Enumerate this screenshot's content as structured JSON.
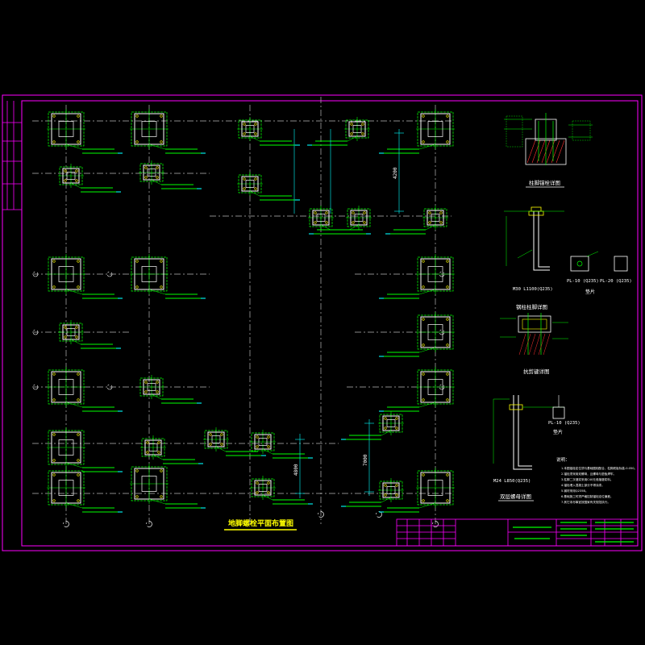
{
  "drawing": {
    "main_title": "地脚螺栓平面布置图",
    "detail_titles": {
      "base_section": "柱脚锚栓详图",
      "anchor_bolt": "M30 L1100(Q235)",
      "washer_plates": [
        "PL-10 (Q235)",
        "PL-20 (Q235)"
      ],
      "washer_label": "垫片",
      "grout_section": "钢柱柱脚详图",
      "rebar_section": "抗剪键详图",
      "anchor_bolt_2": "M24 L850(Q235)",
      "plate_3": "PL-10 (Q235)",
      "washer_label_2": "垫片",
      "bottom_detail": "双层螺母详图"
    },
    "dimensions": [
      "4800",
      "7000",
      "4200"
    ],
    "notes_title": "说明：",
    "notes": [
      "1.本图锚栓定位须与基础图相配合，柱脚底板标高-0.050。",
      "2.锚栓须采用双螺母，且螺母与垫板焊牢。",
      "3.柱脚二次灌浆采用C40无收缩灌浆料。",
      "4.锚栓埋入混凝土部分不得涂漆。",
      "5.钢材采用Q235B。",
      "6.基础施工时须严格控制锚栓定位偏差。",
      "7.其它未尽事宜按国家有关规范执行。"
    ],
    "colors": {
      "background": "#000000",
      "frame": "#ff00ff",
      "bolt_lines": "#00ff00",
      "plates": "#ffffff",
      "axis": "#c0c0c0",
      "dims": "#00ffff",
      "title": "#ffff00",
      "hatch": "#ff0000"
    }
  }
}
